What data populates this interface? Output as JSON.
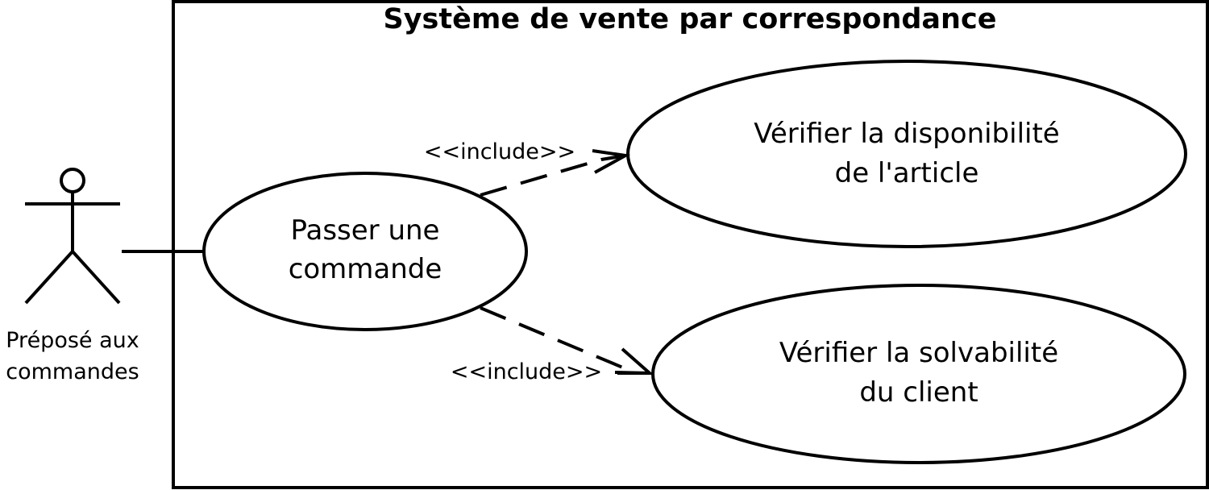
{
  "system": {
    "title": "Système de vente par correspondance"
  },
  "actor": {
    "name_line1": "Préposé aux",
    "name_line2": "commandes"
  },
  "use_cases": {
    "passer": {
      "line1": "Passer une",
      "line2": "commande"
    },
    "dispo": {
      "line1": "Vérifier la disponibilité",
      "line2": "de l'article"
    },
    "solva": {
      "line1": "Vérifier la solvabilité",
      "line2": "du client"
    }
  },
  "relations": {
    "include_top": "<<include>>",
    "include_bottom": "<<include>>"
  }
}
